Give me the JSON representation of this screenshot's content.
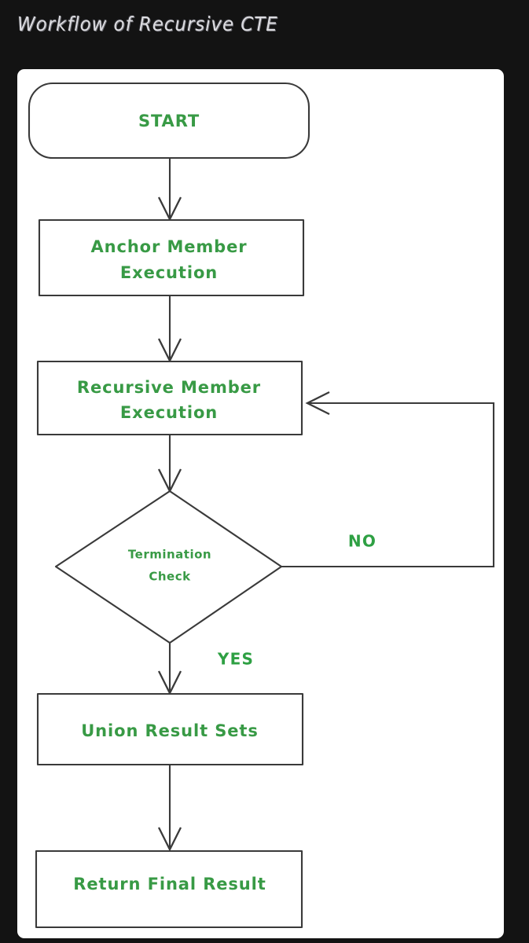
{
  "page": {
    "title": "Workflow of Recursive CTE",
    "background_color": "#131313",
    "panel_color": "#ffffff",
    "title_color": "#dcdce0",
    "node_text_color": "#389a45",
    "edge_label_color": "#2ea043",
    "stroke_color": "#3a3a3a"
  },
  "diagram": {
    "type": "flowchart",
    "orientation": "top-to-bottom",
    "nodes": [
      {
        "id": "start",
        "shape": "rounded-rectangle",
        "label": "START"
      },
      {
        "id": "anchor",
        "shape": "rectangle",
        "label_line1": "Anchor Member",
        "label_line2": "Execution"
      },
      {
        "id": "recursive",
        "shape": "rectangle",
        "label_line1": "Recursive Member",
        "label_line2": "Execution"
      },
      {
        "id": "termination",
        "shape": "diamond",
        "label_line1": "Termination",
        "label_line2": "Check"
      },
      {
        "id": "union",
        "shape": "rectangle",
        "label": "Union Result Sets"
      },
      {
        "id": "return",
        "shape": "rectangle",
        "label": "Return Final Result"
      }
    ],
    "edges": [
      {
        "from": "start",
        "to": "anchor",
        "label": ""
      },
      {
        "from": "anchor",
        "to": "recursive",
        "label": ""
      },
      {
        "from": "recursive",
        "to": "termination",
        "label": ""
      },
      {
        "from": "termination",
        "to": "recursive",
        "label": "NO"
      },
      {
        "from": "termination",
        "to": "union",
        "label": "YES"
      },
      {
        "from": "union",
        "to": "return",
        "label": ""
      }
    ],
    "labels": {
      "no": "NO",
      "yes": "YES"
    }
  }
}
